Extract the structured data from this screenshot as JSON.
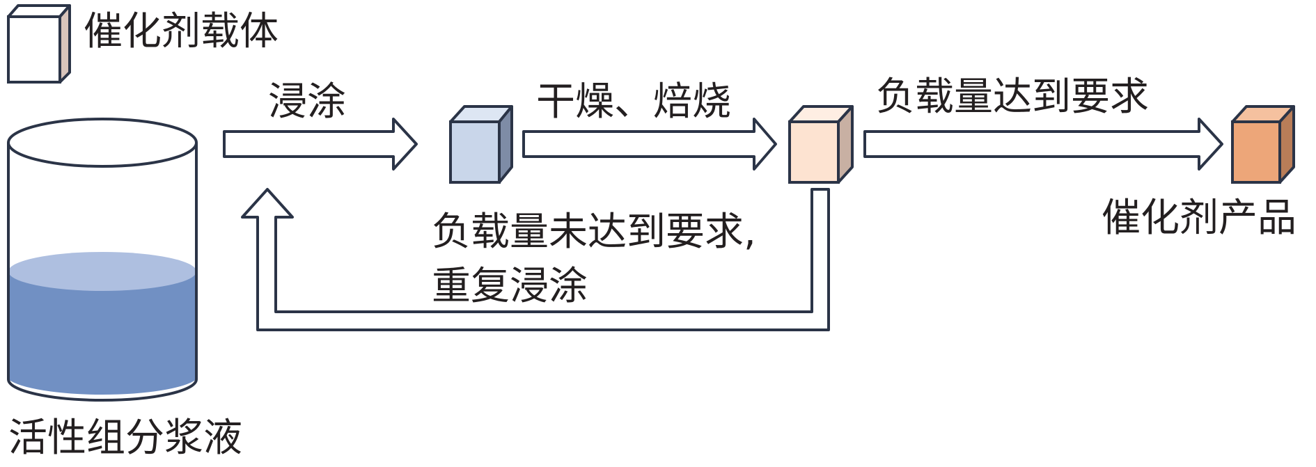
{
  "labels": {
    "carrier": "催化剂载体",
    "dip_coat": "浸涂",
    "dry_calcine": "干燥、焙烧",
    "loading_met": "负载量达到要求",
    "loading_not_met_line1": "负载量未达到要求,",
    "loading_not_met_line2": "重复浸涂",
    "product": "催化剂产品",
    "slurry": "活性组分浆液"
  },
  "colors": {
    "outline": "#2b3447",
    "carrier_front": "#ffffff",
    "carrier_top": "#ffffff",
    "carrier_side": "#d8c4bb",
    "coated_front": "#c9d6ea",
    "coated_top": "#dde6f3",
    "coated_side": "#7e8ca6",
    "dried_front": "#fde3d1",
    "dried_top": "#feeee3",
    "dried_side": "#c8b0a3",
    "product_front": "#eda679",
    "product_top": "#f5c19f",
    "product_side": "#b97d58",
    "liquid_body": "#7190c3",
    "liquid_surface": "#aebfe0"
  }
}
